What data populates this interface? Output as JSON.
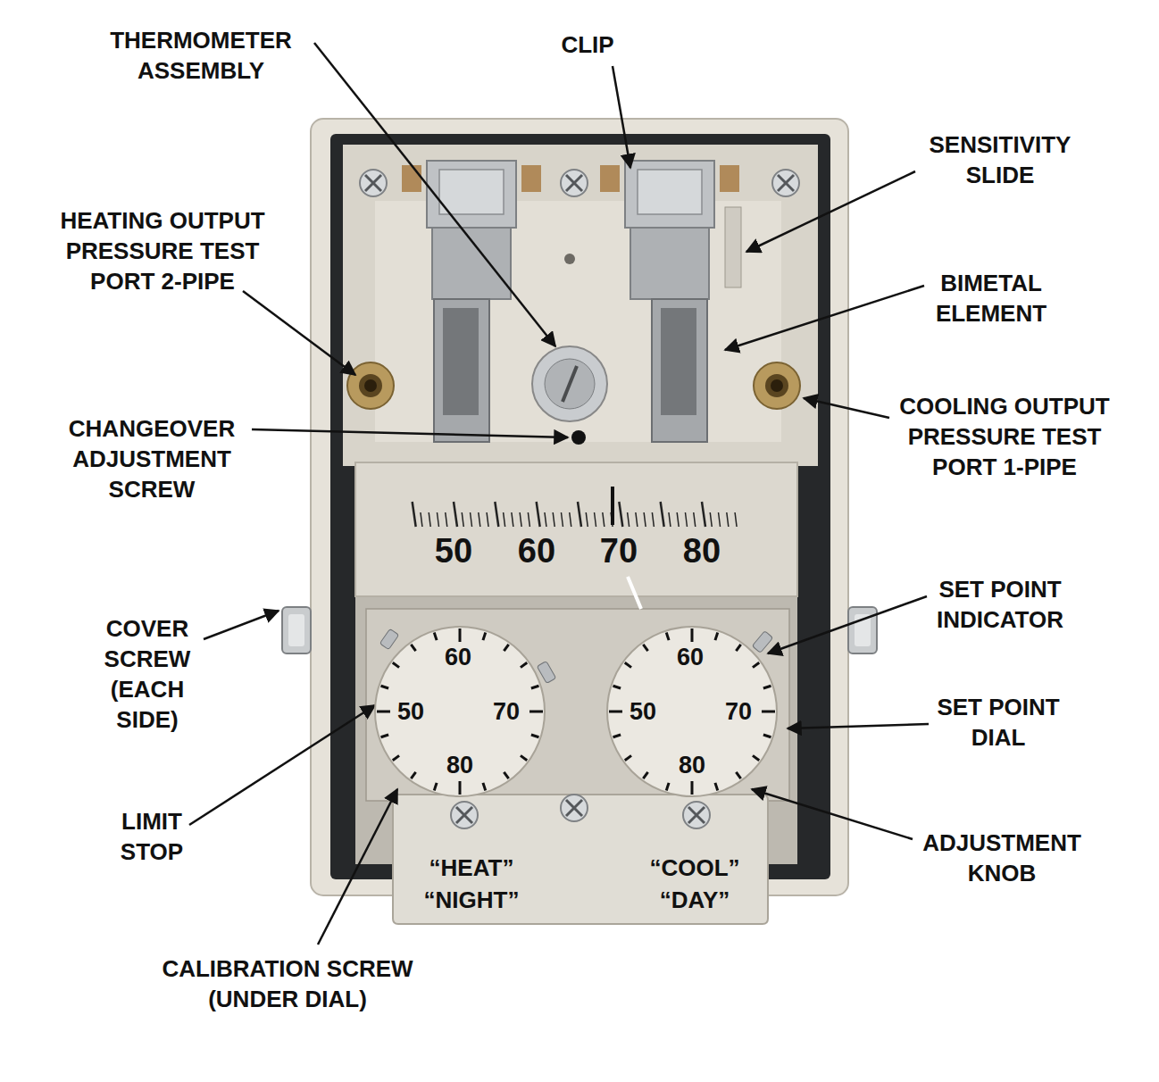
{
  "diagram": {
    "nodes": [
      {
        "text": [
          "50",
          "60",
          "70",
          "80"
        ]
      },
      {
        "text": [
          "60",
          "50",
          "70",
          "80"
        ]
      },
      {
        "text": [
          "60",
          "50",
          "70",
          "80"
        ]
      },
      {
        "text": [
          "“HEAT” “NIGHT”",
          "“COOL” “DAY”"
        ]
      }
    ],
    "labels": [
      "THERMOMETER ASSEMBLY",
      "CLIP",
      "SENSITIVITY SLIDE",
      "HEATING OUTPUT PRESSURE TEST PORT 2-PIPE",
      "BIMETAL ELEMENT",
      "COOLING OUTPUT PRESSURE TEST PORT 1-PIPE",
      "CHANGEOVER ADJUSTMENT SCREW",
      "SET POINT INDICATOR",
      "COVER SCREW (EACH SIDE)",
      "SET POINT DIAL",
      "LIMIT STOP",
      "ADJUSTMENT KNOB",
      "CALIBRATION SCREW (UNDER DIAL)"
    ]
  }
}
